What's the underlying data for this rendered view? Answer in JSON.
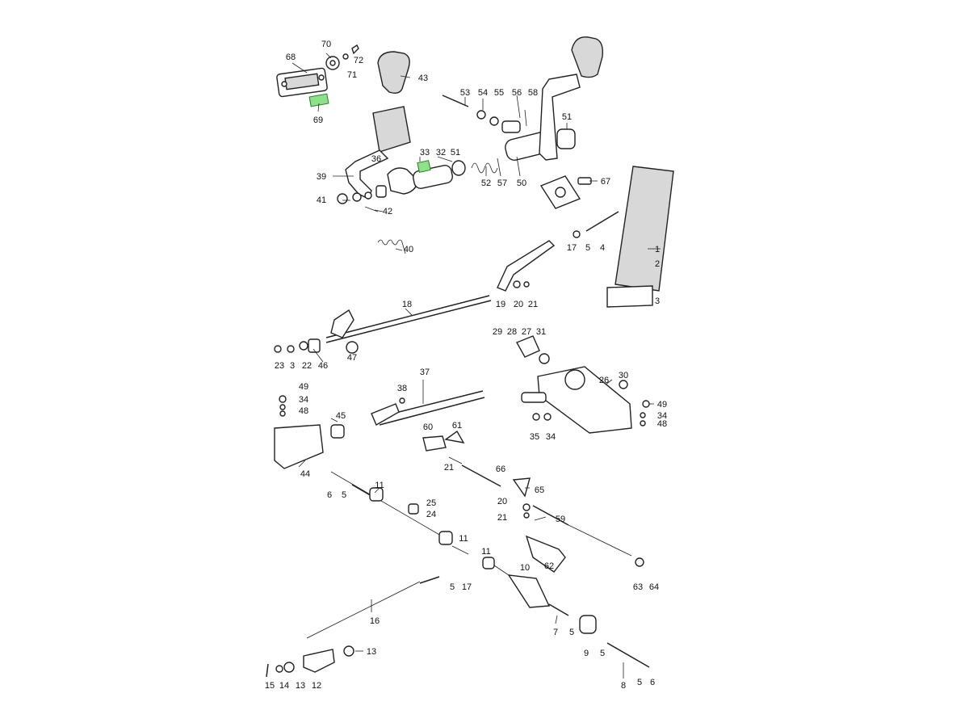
{
  "diagram": {
    "part_numbers": [
      "70",
      "72",
      "71",
      "68",
      "43",
      "69",
      "53",
      "54",
      "55",
      "56",
      "58",
      "51",
      "33",
      "32",
      "51",
      "36",
      "39",
      "41",
      "42",
      "52",
      "57",
      "50",
      "67",
      "40",
      "17",
      "5",
      "4",
      "1",
      "2",
      "3",
      "18",
      "19",
      "20",
      "21",
      "23",
      "3",
      "22",
      "46",
      "47",
      "29",
      "28",
      "27",
      "31",
      "26",
      "30",
      "49",
      "34",
      "48",
      "37",
      "38",
      "49",
      "34",
      "48",
      "45",
      "60",
      "61",
      "44",
      "35",
      "34",
      "21",
      "66",
      "65",
      "6",
      "5",
      "11",
      "25",
      "24",
      "20",
      "21",
      "59",
      "11",
      "62",
      "11",
      "10",
      "5",
      "17",
      "63",
      "64",
      "16",
      "7",
      "5",
      "9",
      "5",
      "13",
      "8",
      "5",
      "6",
      "15",
      "14",
      "13",
      "12"
    ],
    "highlight_color": "#8fe08a"
  }
}
